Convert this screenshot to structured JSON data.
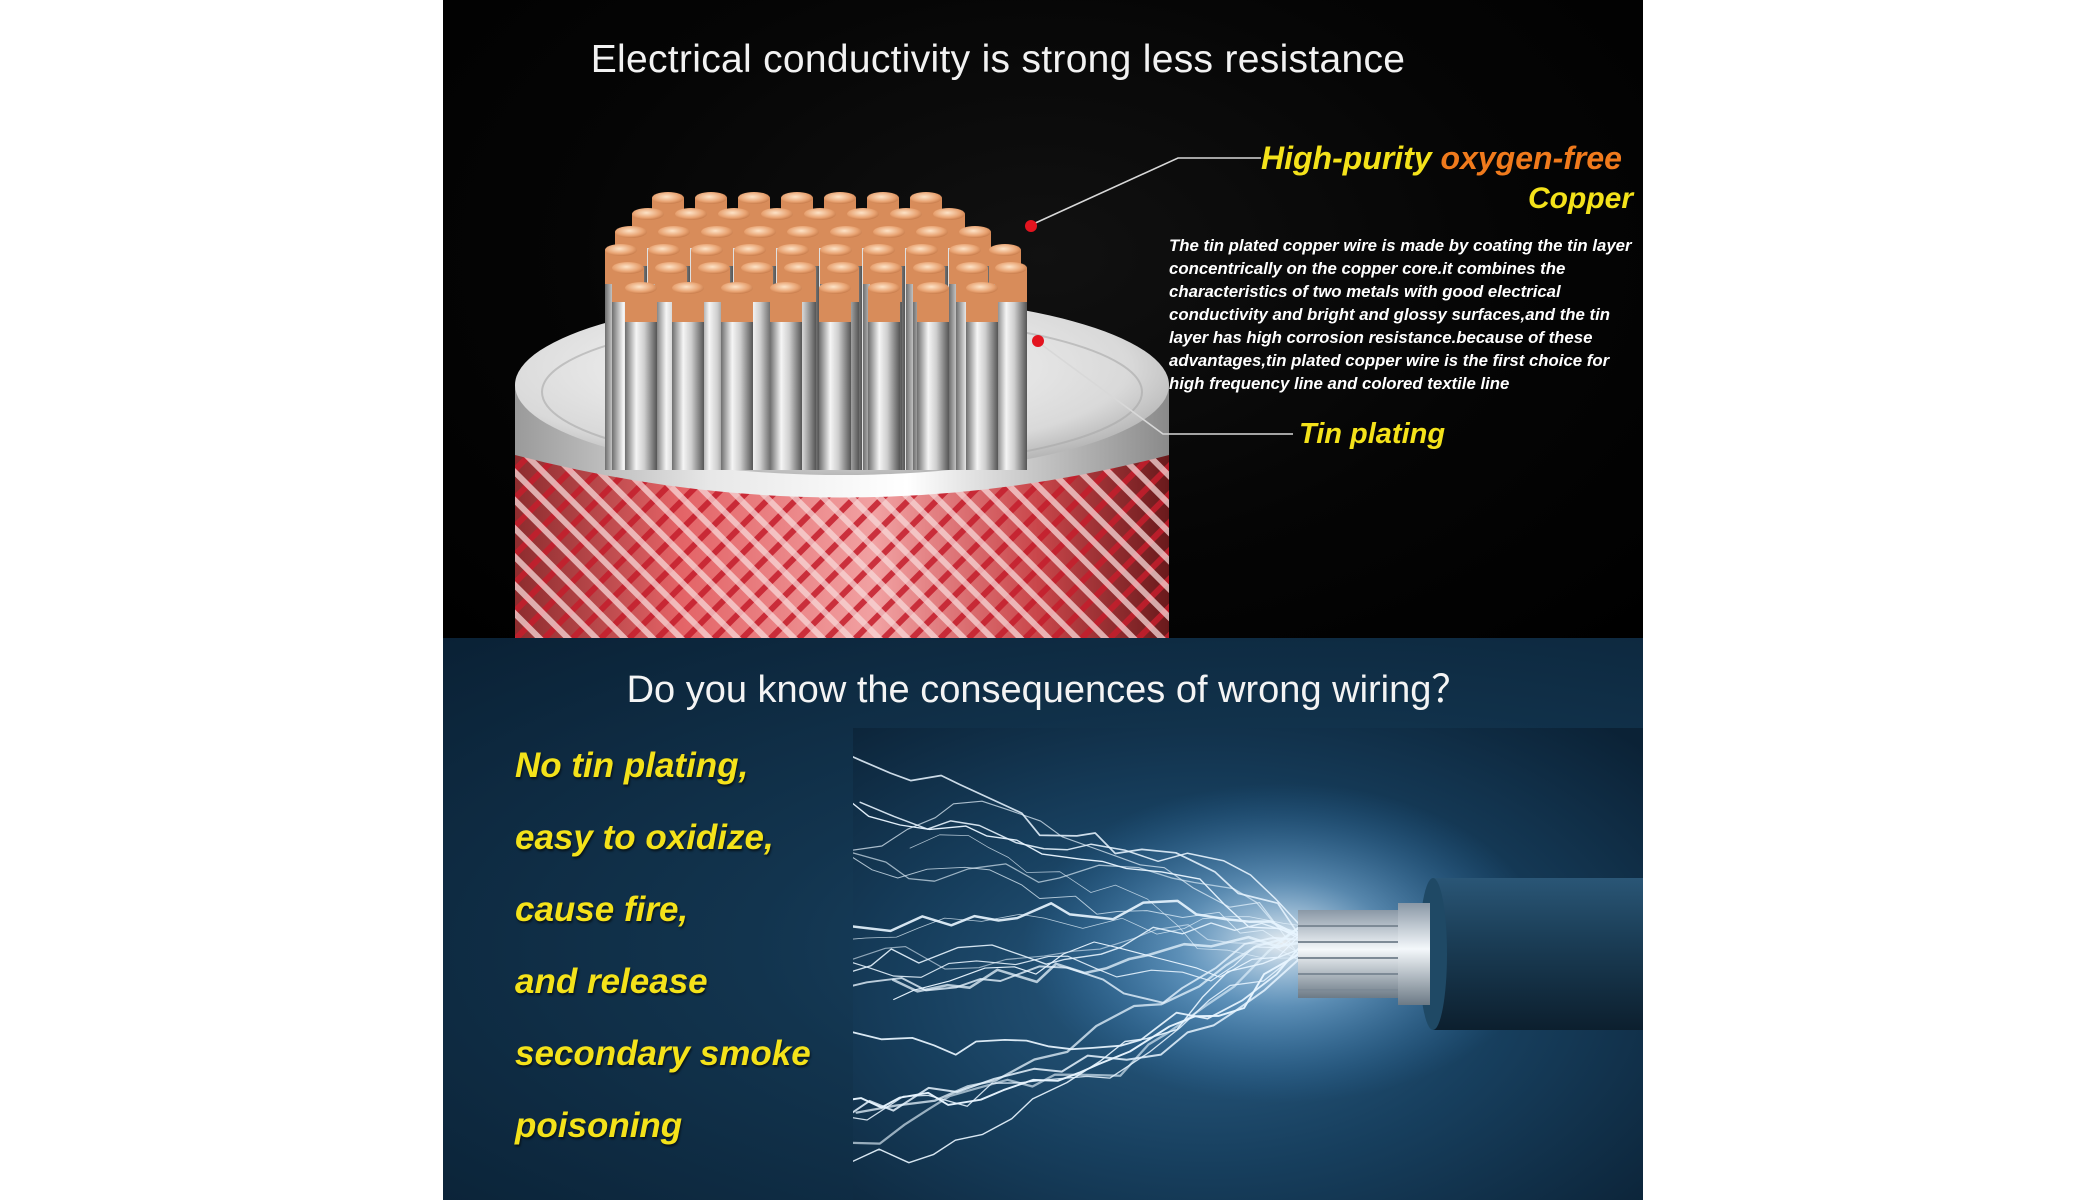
{
  "top": {
    "headline": "Electrical conductivity is strong less resistance",
    "heading_prefix": "High-purity",
    "heading_highlight": "oxygen-free",
    "heading_line2": "Copper",
    "description": "The tin plated copper wire is made by coating the tin layer concentrically on the copper core.it combines the characteristics of two metals with good electrical conductivity and bright and glossy surfaces,and the tin layer has high corrosion resistance.because of these advantages,tin plated copper wire is the first choice for high frequency line and colored textile line",
    "tin_label": "Tin plating"
  },
  "bottom": {
    "headline": "Do you know the consequences of wrong wiring？",
    "warnings": [
      "No tin plating,",
      "easy to oxidize,",
      "cause fire,",
      "and release",
      "secondary smoke",
      "poisoning"
    ]
  },
  "colors": {
    "highlight_yellow": "#f4e21a",
    "highlight_orange": "#f07a1c",
    "marker_red": "#e3141f",
    "bottom_bg": "#12344e"
  }
}
